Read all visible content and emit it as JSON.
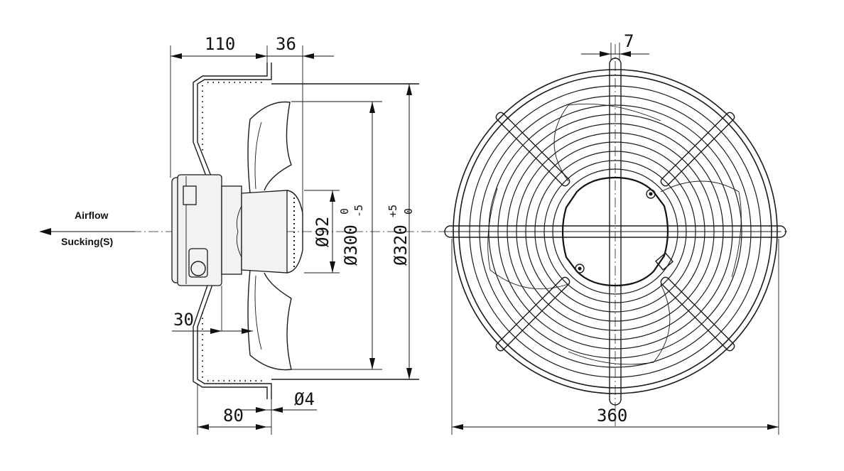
{
  "labels": {
    "airflow": "Airflow",
    "sucking": "Sucking(S)"
  },
  "dimensions": {
    "d110": "110",
    "d36": "36",
    "d7": "7",
    "d30": "30",
    "d80": "80",
    "d4": "Ø4",
    "d92": "Ø92",
    "d300": "Ø300",
    "d300_tol_upper": "0",
    "d300_tol_lower": "-5",
    "d320": "Ø320",
    "d320_tol_upper": "+5",
    "d320_tol_lower": "0",
    "d360": "360"
  }
}
